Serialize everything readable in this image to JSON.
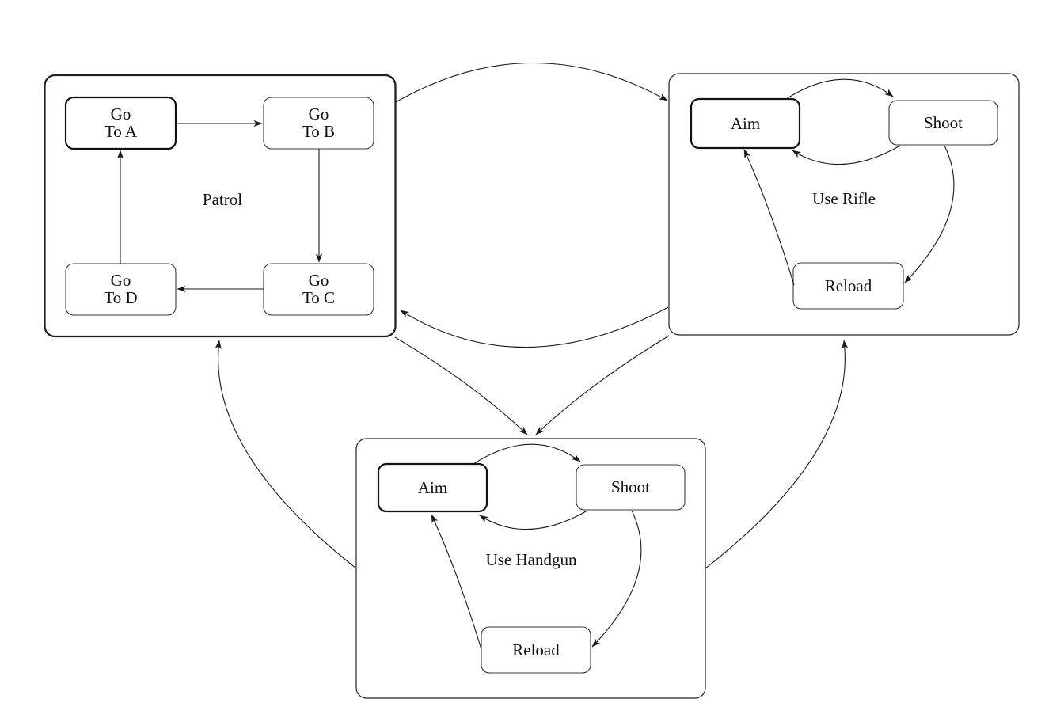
{
  "diagram_type": "state-machine",
  "background_color": "#ffffff",
  "line_color": "#1a1a1a",
  "patrol": {
    "label": "Patrol",
    "is_initial_style": true,
    "states": {
      "a": {
        "line1": "Go",
        "line2": "To A",
        "initial": true
      },
      "b": {
        "line1": "Go",
        "line2": "To B"
      },
      "c": {
        "line1": "Go",
        "line2": "To C"
      },
      "d": {
        "line1": "Go",
        "line2": "To D"
      }
    },
    "internal_transitions": [
      "Go To A -> Go To B",
      "Go To B -> Go To C",
      "Go To C -> Go To D",
      "Go To D -> Go To A"
    ]
  },
  "use_rifle": {
    "label": "Use Rifle",
    "states": {
      "aim": "Aim",
      "shoot": "Shoot",
      "reload": "Reload"
    },
    "initial_state": "Aim",
    "internal_transitions": [
      "Aim -> Shoot",
      "Shoot -> Aim",
      "Shoot -> Reload",
      "Reload -> Aim"
    ]
  },
  "use_handgun": {
    "label": "Use Handgun",
    "states": {
      "aim": "Aim",
      "shoot": "Shoot",
      "reload": "Reload"
    },
    "initial_state": "Aim",
    "internal_transitions": [
      "Aim -> Shoot",
      "Shoot -> Aim",
      "Shoot -> Reload",
      "Reload -> Aim"
    ]
  },
  "transitions": [
    "Patrol -> Use Rifle",
    "Use Rifle -> Patrol",
    "Patrol -> Use Handgun",
    "Use Rifle -> Use Handgun",
    "Use Handgun -> Patrol",
    "Use Handgun -> Use Rifle"
  ]
}
